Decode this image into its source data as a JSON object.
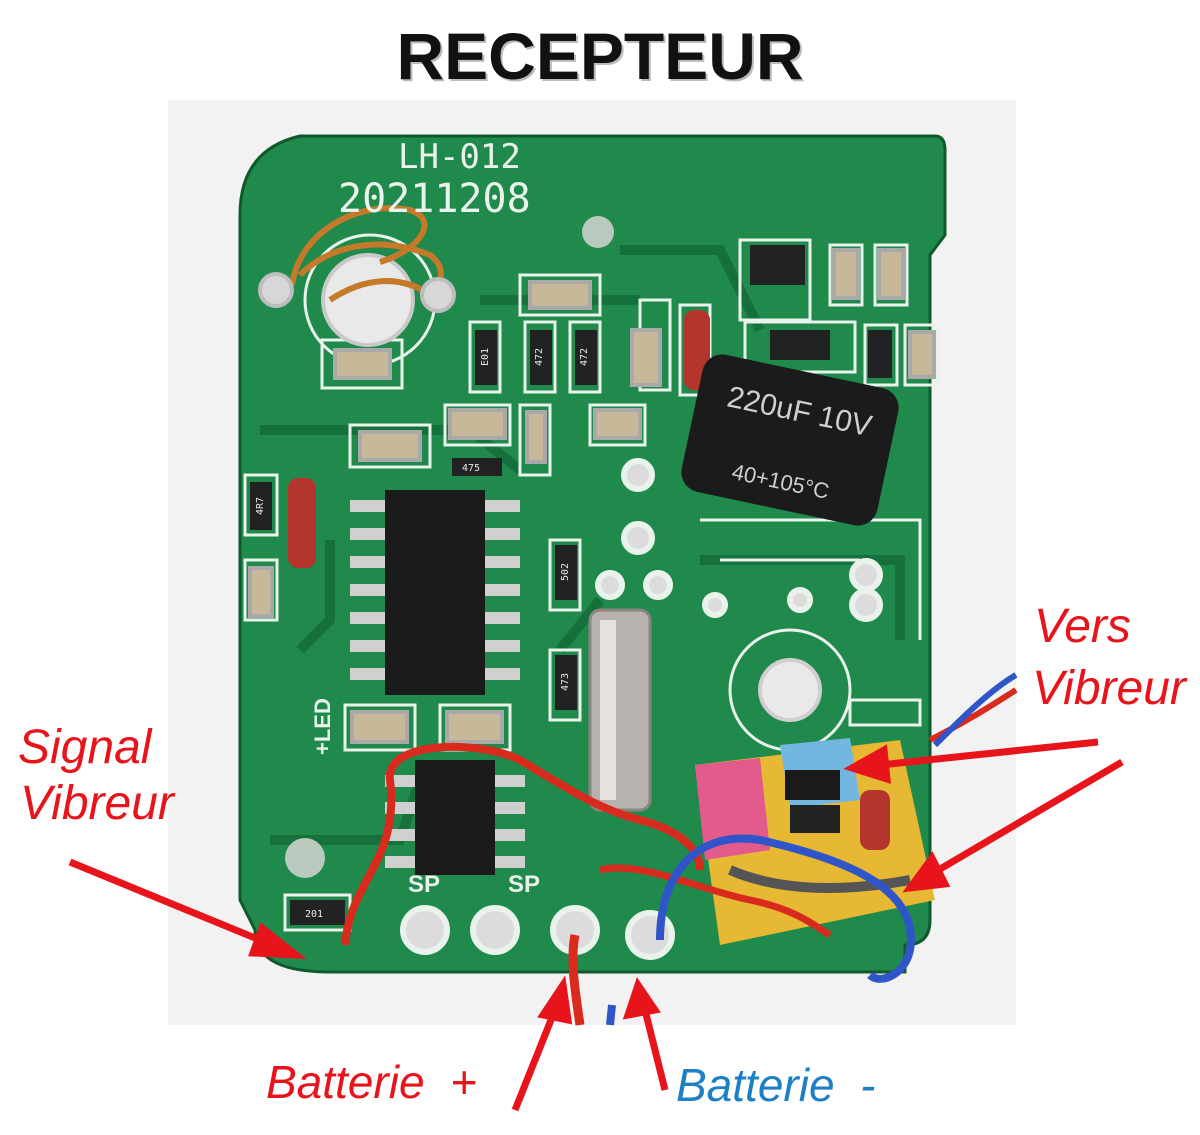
{
  "title": "RECEPTEUR",
  "pcb_silkscreen": {
    "model": "LH-012",
    "date": "20211208",
    "led_label": "+LED",
    "sp1": "SP",
    "sp2": "SP",
    "cap_text": "220uF 10V",
    "cap_temp": "40+105°C",
    "res_codes": [
      "E01",
      "472",
      "472",
      "475",
      "502",
      "473",
      "4R7",
      "201"
    ]
  },
  "labels": {
    "signal_line1": "Signal",
    "signal_line2": "Vibreur",
    "vers_line1": "Vers",
    "vers_line2": "Vibreur",
    "batt_plus": "Batterie  +",
    "batt_minus": "Batterie  -"
  },
  "colors": {
    "pcb": "#1f8a4c",
    "pcb_dark": "#16703c",
    "silk": "#e9f3ec",
    "arrow_red": "#e8141c",
    "label_blue": "#1f7fc4",
    "wire_red": "#d92a1e",
    "wire_blue": "#2f55c8",
    "background_photo": "#f3f3f3"
  }
}
